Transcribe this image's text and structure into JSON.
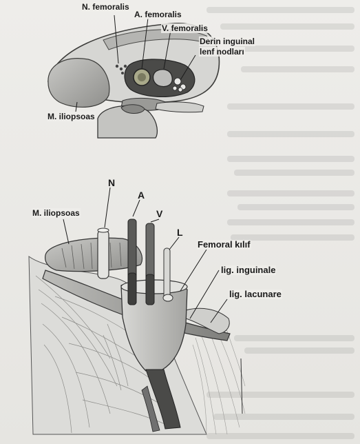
{
  "figure_top": {
    "labels": {
      "n_femoralis": "N. femoralis",
      "a_femoralis": "A. femoralis",
      "v_femoralis": "V. femoralis",
      "derin_inguinal_1": "Derin inguinal",
      "derin_inguinal_2": "lenf nodları",
      "m_iliopsoas": "M. iliopsoas"
    }
  },
  "figure_bottom": {
    "labels": {
      "n": "N",
      "a": "A",
      "v": "V",
      "l": "L",
      "m_iliopsoas": "M. iliopsoas",
      "femoral_kilif": "Femoral kılıf",
      "lig_inguinale": "lig. inguinale",
      "lig_lacunare": "lig. lacunare"
    }
  }
}
